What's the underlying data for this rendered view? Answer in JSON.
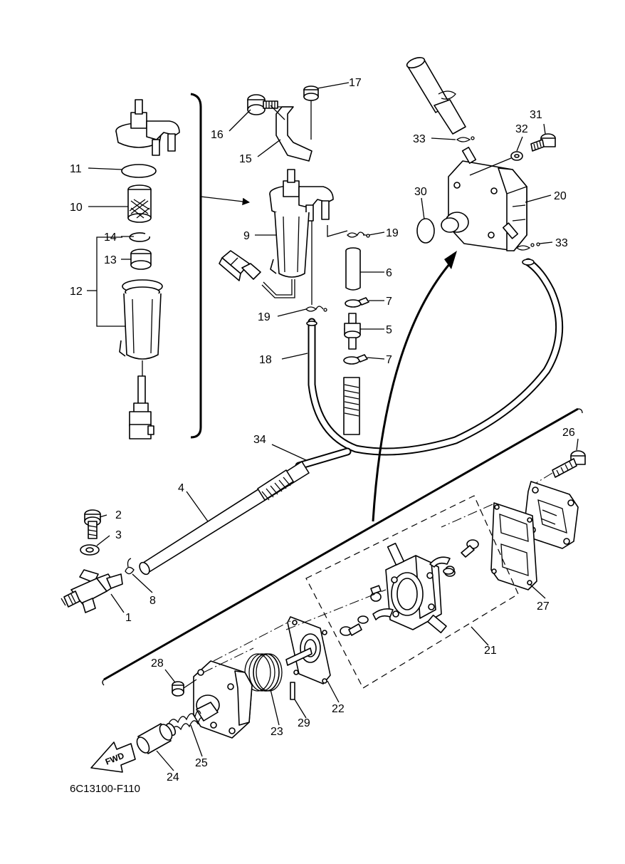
{
  "diagram": {
    "code": "6C13100-F110",
    "fwd_label": "FWD",
    "labels": {
      "p1": "1",
      "p2": "2",
      "p3": "3",
      "p4": "4",
      "p5": "5",
      "p6": "6",
      "p7a": "7",
      "p7b": "7",
      "p8": "8",
      "p9": "9",
      "p10": "10",
      "p11": "11",
      "p12": "12",
      "p13": "13",
      "p14": "14",
      "p15": "15",
      "p16": "16",
      "p17": "17",
      "p18": "18",
      "p19a": "19",
      "p19b": "19",
      "p20": "20",
      "p21": "21",
      "p22": "22",
      "p23": "23",
      "p24": "24",
      "p25": "25",
      "p26": "26",
      "p27": "27",
      "p28": "28",
      "p29": "29",
      "p30": "30",
      "p31": "31",
      "p32": "32",
      "p33a": "33",
      "p33b": "33",
      "p34": "34"
    }
  }
}
